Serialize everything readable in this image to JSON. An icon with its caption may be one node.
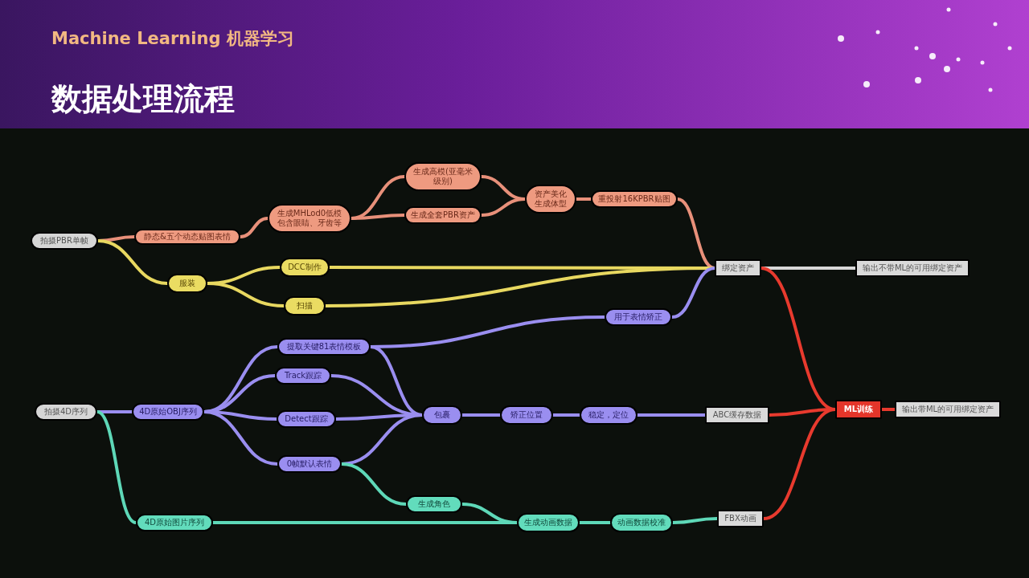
{
  "diagram": {
    "title": "数据处理流程",
    "nodes": [
      {
        "text": [
          "拍摄PBR单帧"
        ]
      },
      {
        "text": [
          "静态&五个动态贴图表情"
        ]
      },
      {
        "text": [
          "生成MHLod0低模包含眼睛、牙齿等"
        ]
      },
      {
        "text": [
          "生成高模(亚毫米级别)"
        ]
      },
      {
        "text": [
          "生成全套PBR资产"
        ]
      },
      {
        "text": [
          "资产美化生成体型"
        ]
      },
      {
        "text": [
          "重投射16KPBR贴图"
        ]
      },
      {
        "text": [
          "服装"
        ]
      },
      {
        "text": [
          "DCC制作"
        ]
      },
      {
        "text": [
          "扫描"
        ]
      },
      {
        "text": [
          "绑定资产"
        ]
      },
      {
        "text": [
          "输出不带ML的可用绑定资产"
        ]
      },
      {
        "text": [
          "用于表情矫正"
        ]
      },
      {
        "text": [
          "拍摄4D序列"
        ]
      },
      {
        "text": [
          "4D原始OBJ序列"
        ]
      },
      {
        "text": [
          "提取关键81表情模板"
        ]
      },
      {
        "text": [
          "Track跟踪"
        ]
      },
      {
        "text": [
          "Detect跟踪"
        ]
      },
      {
        "text": [
          "0帧默认表情"
        ]
      },
      {
        "text": [
          "包裹"
        ]
      },
      {
        "text": [
          "矫正位置"
        ]
      },
      {
        "text": [
          "稳定，定位"
        ]
      },
      {
        "text": [
          "ABC缓存数据"
        ]
      },
      {
        "text": [
          "ML训练"
        ]
      },
      {
        "text": [
          "输出带ML的可用绑定资产"
        ]
      },
      {
        "text": [
          "生成角色"
        ]
      },
      {
        "text": [
          "4D原始图片序列"
        ]
      },
      {
        "text": [
          "生成动画数据"
        ]
      },
      {
        "text": [
          "动画数据校准"
        ]
      },
      {
        "text": [
          "FBX动画"
        ]
      }
    ],
    "edges": [
      {
        "from": 0,
        "to": 1,
        "arrow": "none",
        "color": "#e8907a"
      },
      {
        "from": 1,
        "to": 2,
        "arrow": "none",
        "color": "#e8907a"
      },
      {
        "from": 2,
        "to": 3,
        "arrow": "none",
        "color": "#e8907a"
      },
      {
        "from": 2,
        "to": 4,
        "arrow": "none",
        "color": "#e8907a"
      },
      {
        "from": 3,
        "to": 5,
        "arrow": "none",
        "color": "#e8907a"
      },
      {
        "from": 4,
        "to": 5,
        "arrow": "none",
        "color": "#e8907a"
      },
      {
        "from": 5,
        "to": 6,
        "arrow": "none",
        "color": "#e8907a"
      },
      {
        "from": 6,
        "to": 10,
        "arrow": "none",
        "color": "#e8907a"
      },
      {
        "from": 0,
        "to": 7,
        "arrow": "none",
        "color": "#e8d860"
      },
      {
        "from": 7,
        "to": 8,
        "arrow": "none",
        "color": "#e8d860"
      },
      {
        "from": 7,
        "to": 9,
        "arrow": "none",
        "color": "#e8d860"
      },
      {
        "from": 8,
        "to": 10,
        "arrow": "none",
        "color": "#e8d860"
      },
      {
        "from": 9,
        "to": 10,
        "arrow": "none",
        "color": "#e8d860"
      },
      {
        "from": 10,
        "to": 11,
        "arrow": "none",
        "color": "#d8d8d8"
      },
      {
        "from": 13,
        "to": 14,
        "arrow": "none"
      },
      {
        "from": 14,
        "to": 15,
        "arrow": "none"
      },
      {
        "from": 14,
        "to": 16,
        "arrow": "none"
      },
      {
        "from": 14,
        "to": 17,
        "arrow": "none"
      },
      {
        "from": 14,
        "to": 18,
        "arrow": "none"
      },
      {
        "from": 15,
        "to": 12,
        "arrow": "none"
      },
      {
        "from": 12,
        "to": 10,
        "arrow": "none"
      },
      {
        "from": 15,
        "to": 19,
        "arrow": "none"
      },
      {
        "from": 16,
        "to": 19,
        "arrow": "none"
      },
      {
        "from": 17,
        "to": 19,
        "arrow": "none"
      },
      {
        "from": 18,
        "to": 19,
        "arrow": "none"
      },
      {
        "from": 19,
        "to": 20,
        "arrow": "none"
      },
      {
        "from": 20,
        "to": 21,
        "arrow": "none"
      },
      {
        "from": 21,
        "to": 22,
        "arrow": "none"
      },
      {
        "from": 18,
        "to": 25,
        "arrow": "none",
        "color": "#5ed8b8"
      },
      {
        "from": 13,
        "to": 26,
        "arrow": "none",
        "color": "#5ed8b8"
      },
      {
        "from": 26,
        "to": 27,
        "arrow": "none",
        "color": "#5ed8b8"
      },
      {
        "from": 25,
        "to": 27,
        "arrow": "none",
        "color": "#5ed8b8"
      },
      {
        "from": 27,
        "to": 28,
        "arrow": "none",
        "color": "#5ed8b8"
      },
      {
        "from": 28,
        "to": 29,
        "arrow": "none",
        "color": "#5ed8b8"
      },
      {
        "from": 10,
        "to": 23,
        "arrow": "none",
        "color": "#e83a2e"
      },
      {
        "from": 22,
        "to": 23,
        "arrow": "none",
        "color": "#e83a2e"
      },
      {
        "from": 29,
        "to": 23,
        "arrow": "none",
        "color": "#e83a2e"
      },
      {
        "from": 23,
        "to": 24,
        "arrow": "none",
        "color": "#e83a2e"
      }
    ],
    "labels": [
      "Machine Learning 机器学习"
    ]
  }
}
